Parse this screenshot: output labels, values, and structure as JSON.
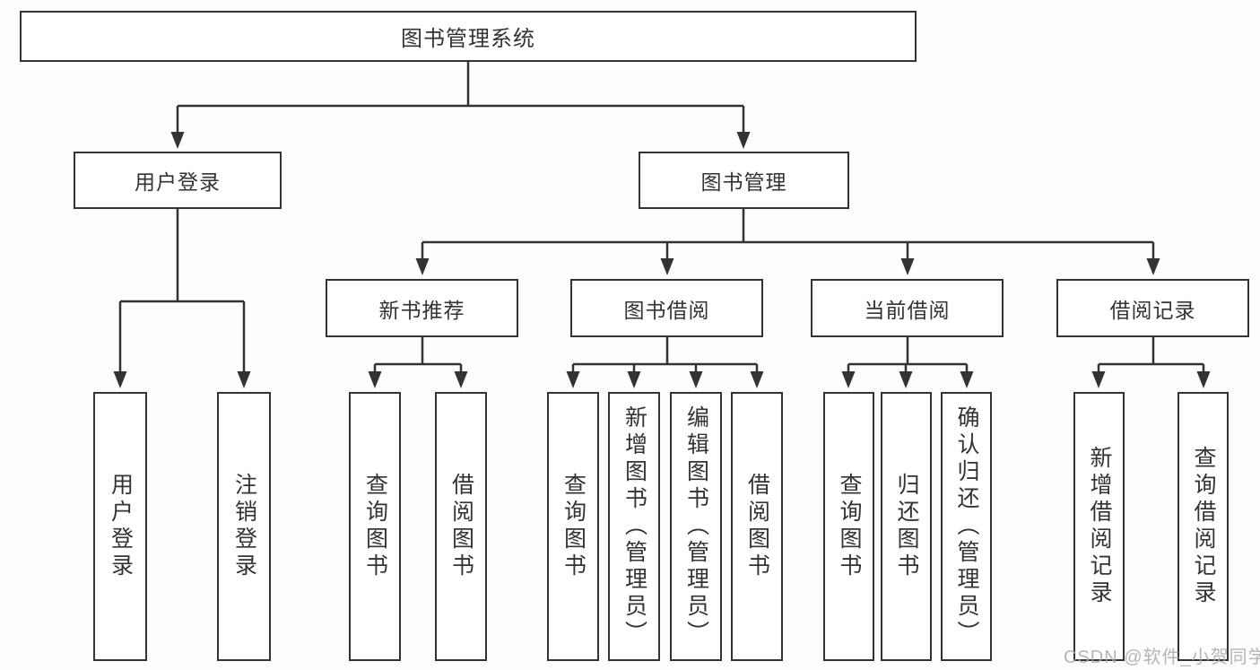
{
  "diagram": {
    "root": {
      "label": "图书管理系统",
      "children": [
        {
          "label": "用户登录",
          "children": [
            {
              "label": "用户登录"
            },
            {
              "label": "注销登录"
            }
          ]
        },
        {
          "label": "图书管理",
          "children": [
            {
              "label": "新书推荐",
              "children": [
                {
                  "label": "查询图书"
                },
                {
                  "label": "借阅图书"
                }
              ]
            },
            {
              "label": "图书借阅",
              "children": [
                {
                  "label": "查询图书"
                },
                {
                  "label": "新增图书（管理员）"
                },
                {
                  "label": "编辑图书（管理员）"
                },
                {
                  "label": "借阅图书"
                }
              ]
            },
            {
              "label": "当前借阅",
              "children": [
                {
                  "label": "查询图书"
                },
                {
                  "label": "归还图书"
                },
                {
                  "label": "确认归还（管理员）"
                }
              ]
            },
            {
              "label": "借阅记录",
              "children": [
                {
                  "label": "新增借阅记录"
                },
                {
                  "label": "查询借阅记录"
                }
              ]
            }
          ]
        }
      ]
    }
  },
  "watermark": {
    "text": "CSDN @软件_小贺同学"
  },
  "colors": {
    "line": "#333333",
    "box_border": "#333333",
    "text": "#333333",
    "background": "#ffffff",
    "watermark": "#a8a8a8"
  }
}
